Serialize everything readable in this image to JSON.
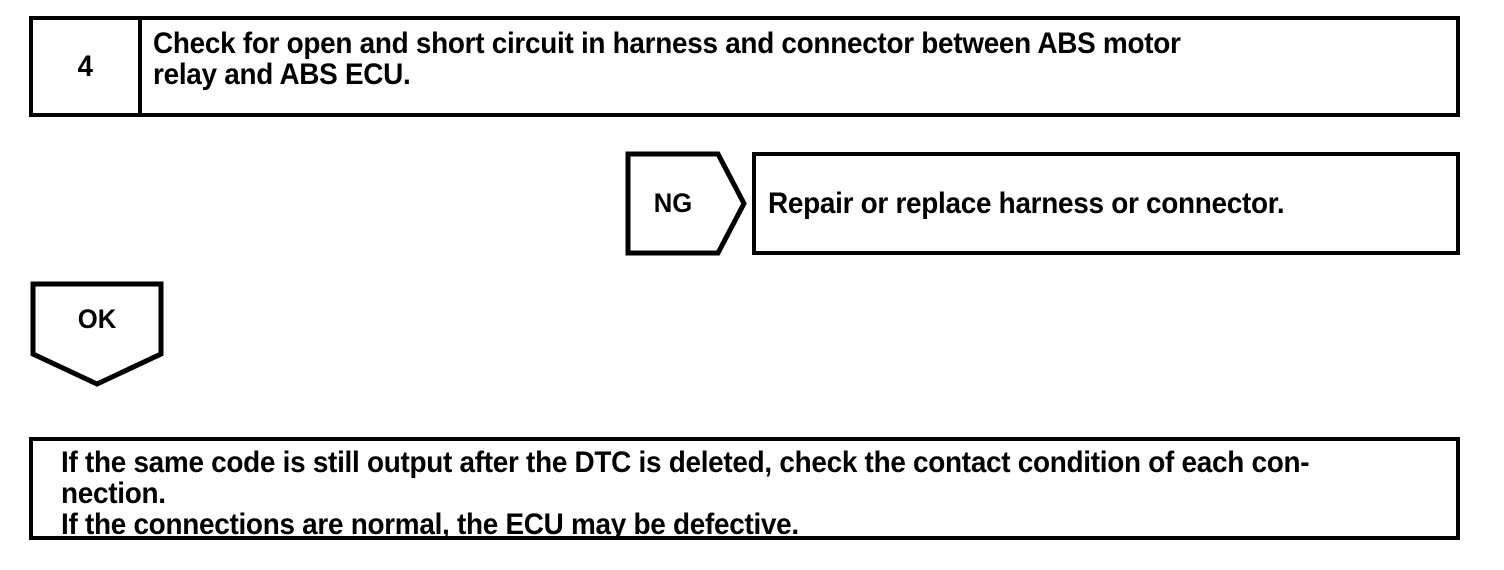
{
  "document": {
    "title": "ABS Diagnostic Troubleshooting Flowchart — Step 4"
  },
  "step": {
    "number": "4",
    "line1": "Check for open and short circuit in harness and connector between ABS motor",
    "line2": "relay and ABS ECU."
  },
  "branches": {
    "ng": {
      "label": "NG",
      "result_line1": "Repair or replace harness or connector."
    },
    "ok": {
      "label": "OK"
    }
  },
  "note": {
    "line1": "If the same code is still output after the DTC is deleted, check the contact condition of each con-",
    "line2": "nection.",
    "line3": "If the connections are normal, the ECU may be defective."
  },
  "colors": {
    "ink": "#000000",
    "paper": "#ffffff"
  }
}
